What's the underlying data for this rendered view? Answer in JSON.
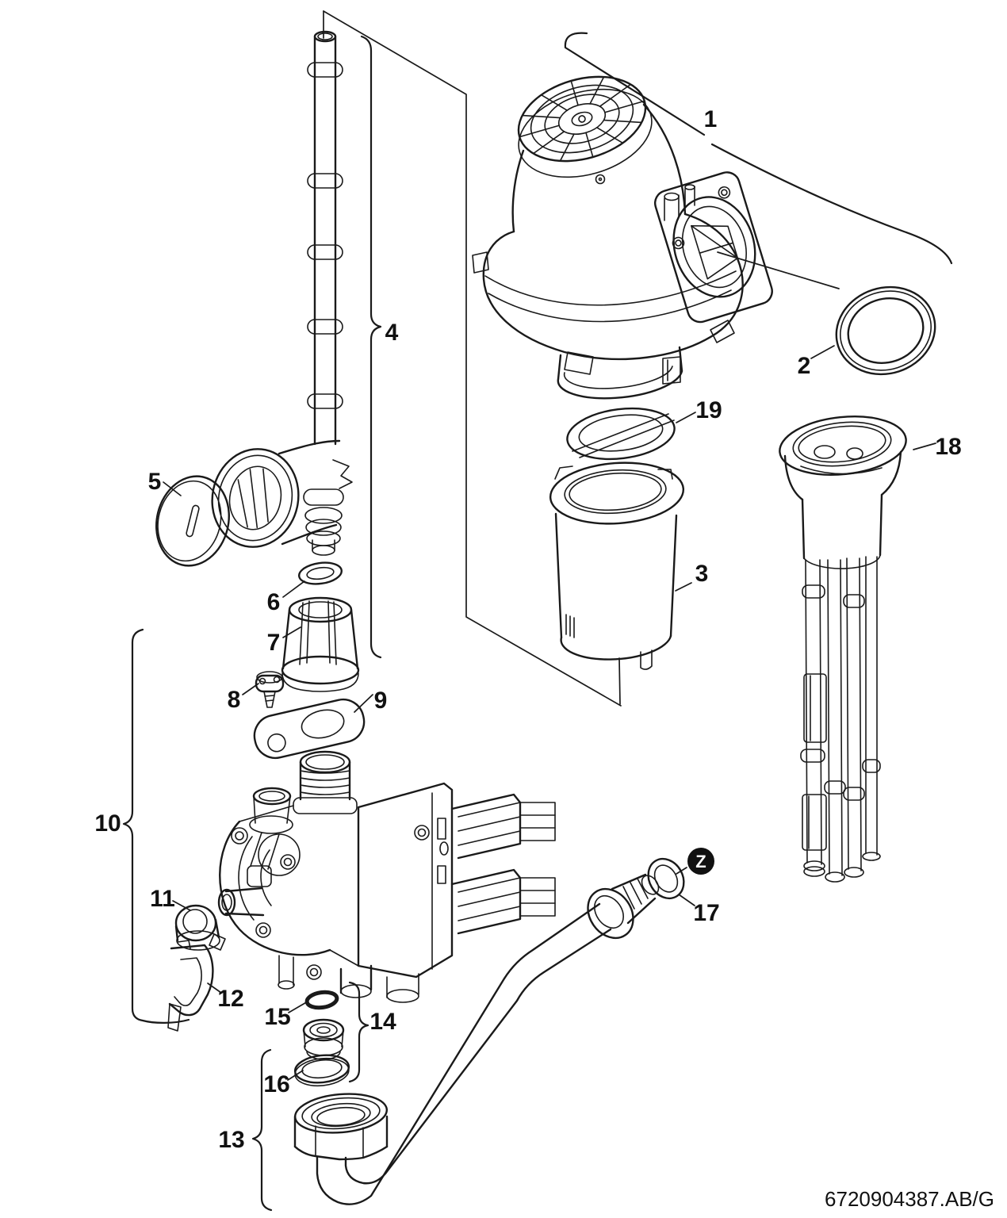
{
  "document": {
    "number": "6720904387.AB/G"
  },
  "callouts": {
    "c1": "1",
    "c2": "2",
    "c3": "3",
    "c4": "4",
    "c5": "5",
    "c6": "6",
    "c7": "7",
    "c8": "8",
    "c9": "9",
    "c10": "10",
    "c11": "11",
    "c12": "12",
    "c13": "13",
    "c14": "14",
    "c15": "15",
    "c16": "16",
    "c17": "17",
    "c18": "18",
    "c19": "19",
    "z": "Z"
  },
  "colors": {
    "line": "#1a1a1a",
    "background": "#ffffff",
    "badge": "#111111"
  }
}
